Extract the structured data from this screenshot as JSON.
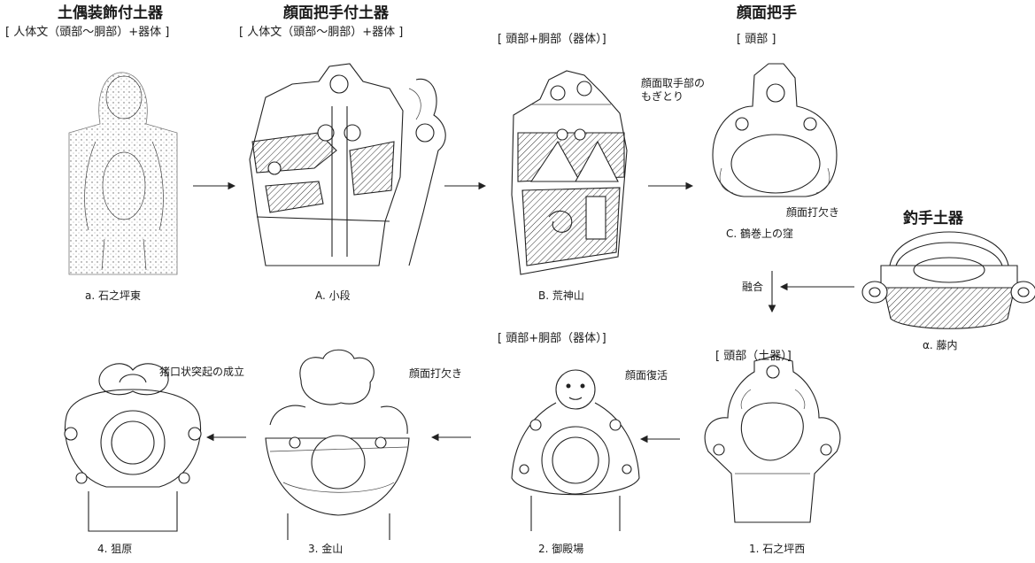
{
  "headers": {
    "col1_title": "土偶装飾付土器",
    "col1_sub": "[ 人体文（頭部〜胴部）+器体 ]",
    "col2_title": "顔面把手付土器",
    "col2_sub": "[ 人体文（頭部〜胴部）+器体 ]",
    "col3_sub": "[ 頭部+胴部（器体）]",
    "col4_title": "顔面把手",
    "col4_sub": "[ 頭部 ]",
    "tsurite_title": "釣手土器"
  },
  "notes": {
    "mogitori": [
      "顔面取手部の",
      "もぎとり"
    ],
    "ganmen_uchikaki_1": "顔面打欠き",
    "yugo": "融合",
    "bottom_sub_2": "[ 頭部+胴部（器体）]",
    "bottom_sub_1": "[ 頭部（土器）]",
    "inokuchi": "猪口状突起の成立",
    "ganmen_uchikaki_2": "顔面打欠き",
    "ganmen_fukkatsu": "顔面復活"
  },
  "captions": {
    "a": "a. 石之坪東",
    "A": "A. 小段",
    "B": "B. 荒神山",
    "C": "C. 鶴巻上の窪",
    "alpha": "α. 藤内",
    "n1": "1. 石之坪西",
    "n2": "2. 御殿場",
    "n3": "3. 金山",
    "n4": "4. 狙原"
  }
}
